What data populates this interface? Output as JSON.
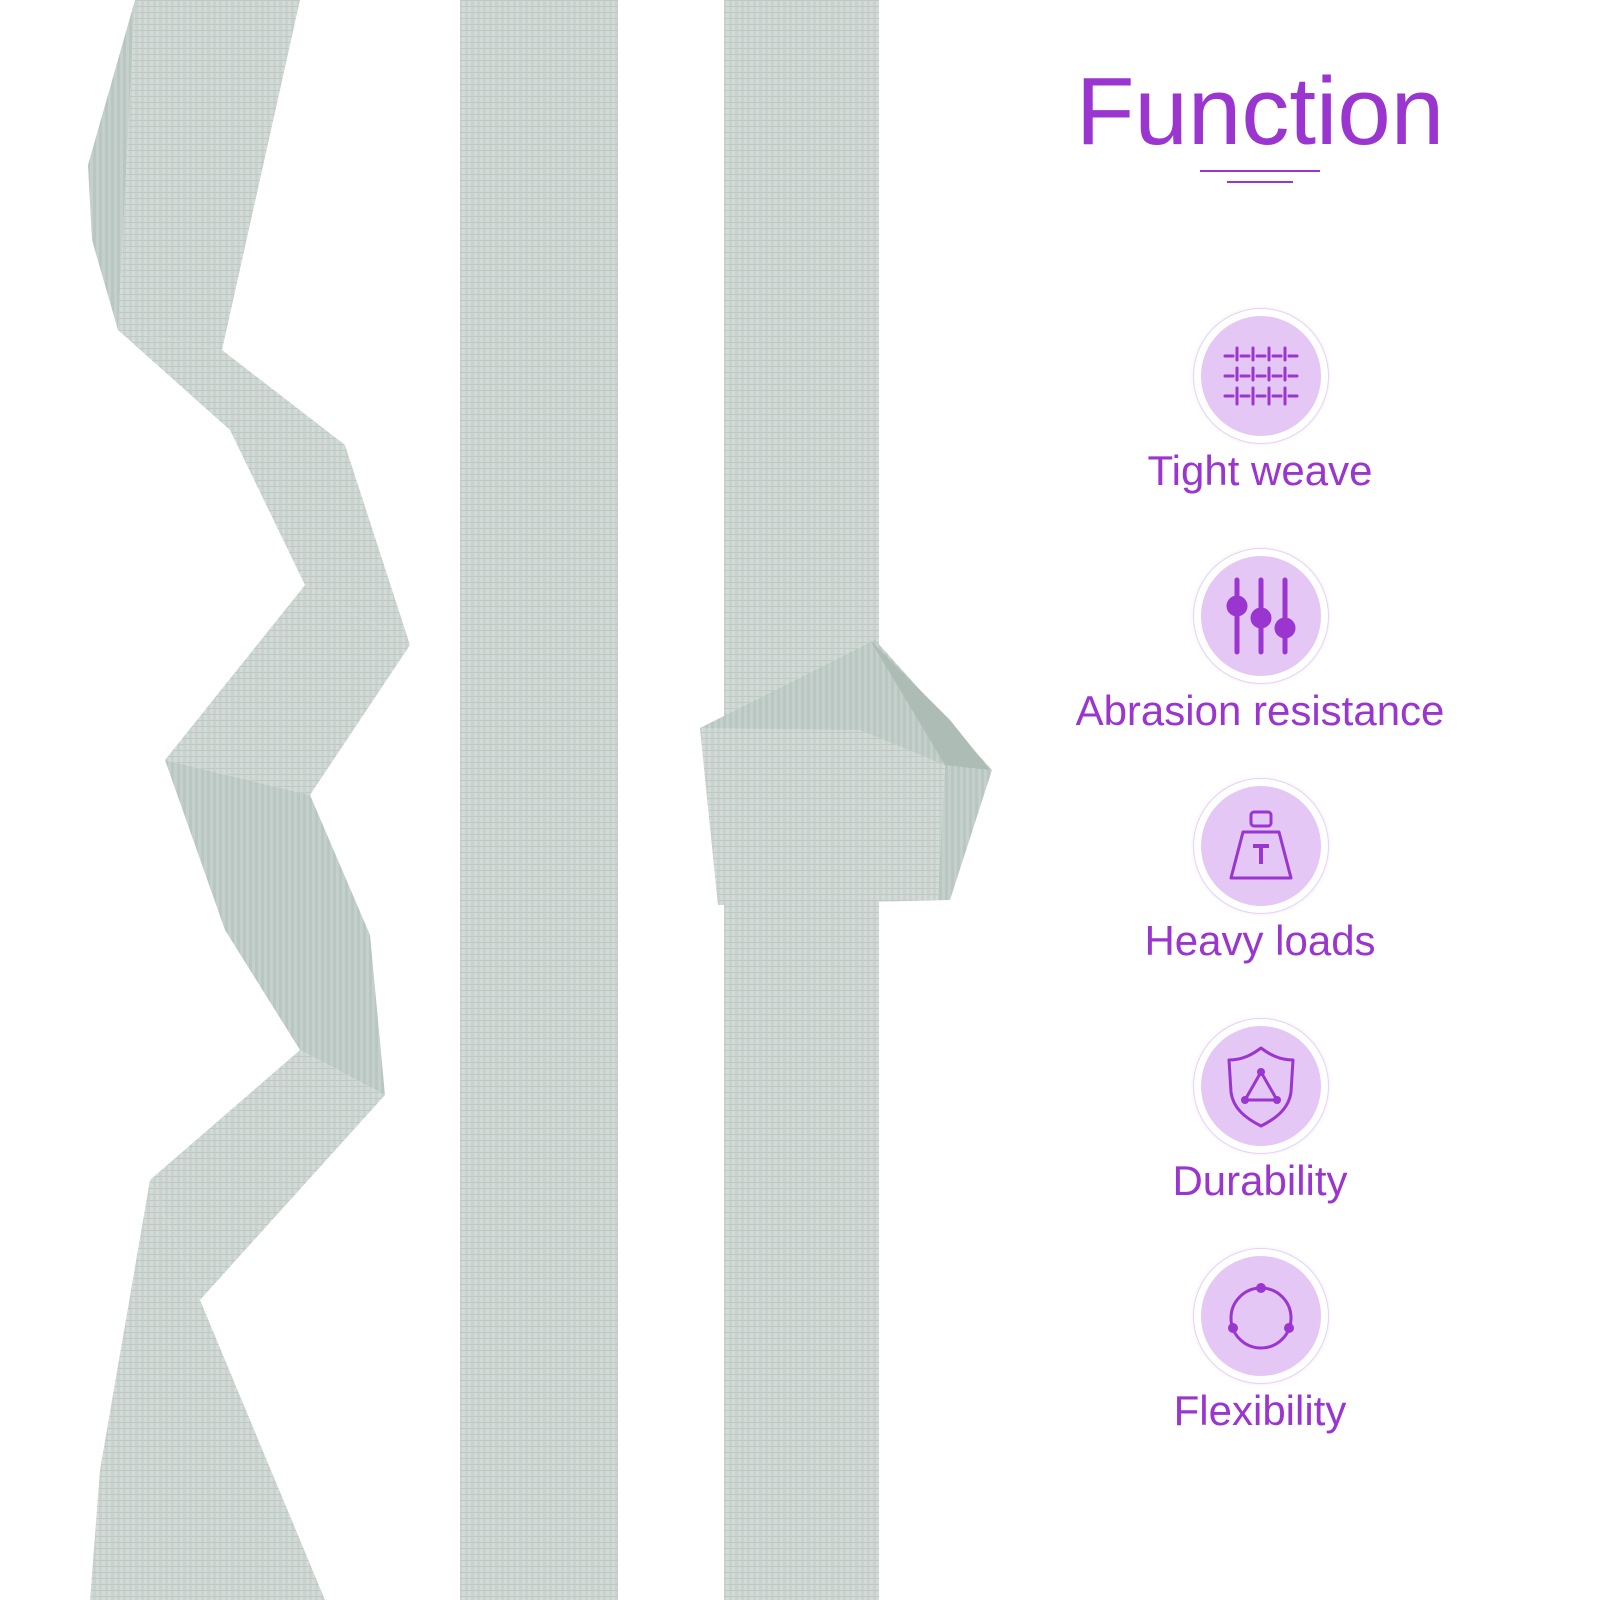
{
  "heading": {
    "title": "Function"
  },
  "colors": {
    "accent": "#9b35cf",
    "badge_fill": "#e4c7f5",
    "webbing": "#c9d2ce"
  },
  "features": [
    {
      "label": "Tight weave",
      "icon": "weave-grid-icon"
    },
    {
      "label": "Abrasion resistance",
      "icon": "sliders-icon"
    },
    {
      "label": "Heavy loads",
      "icon": "weight-icon"
    },
    {
      "label": "Durability",
      "icon": "shield-icon"
    },
    {
      "label": "Flexibility",
      "icon": "circle-nodes-icon"
    }
  ]
}
